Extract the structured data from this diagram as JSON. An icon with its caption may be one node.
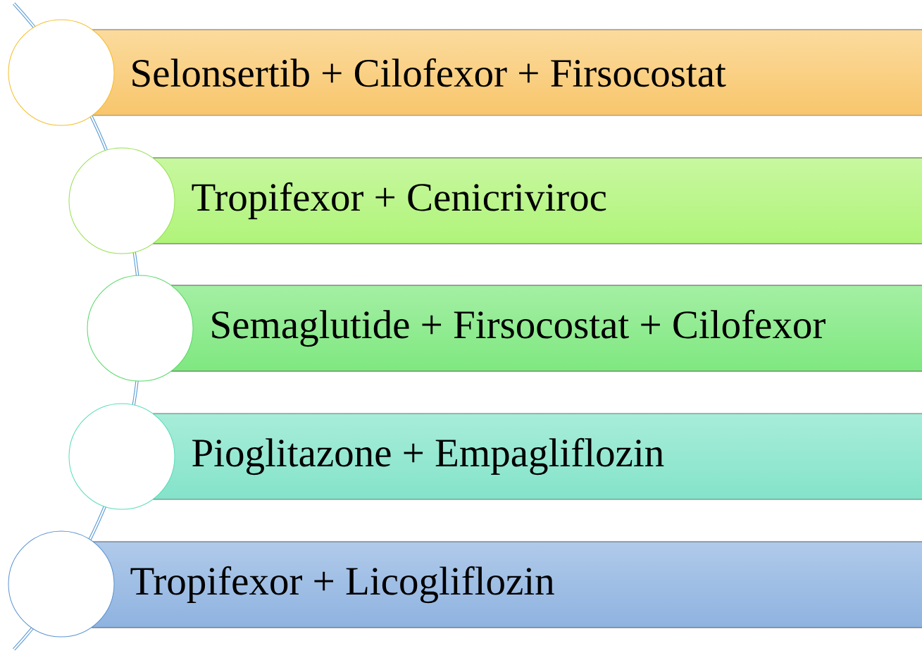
{
  "diagram": {
    "nodes": [
      {
        "text": [
          "Selonsertib + Cilofexor + Firsocostat"
        ]
      },
      {
        "text": [
          "Tropifexor + Cenicriviroc"
        ]
      },
      {
        "text": [
          "Semaglutide + Firsocostat + Cilofexor"
        ]
      },
      {
        "text": [
          "Pioglitazone + Empagliflozin"
        ]
      },
      {
        "text": [
          "Tropifexor + Licogliflozin"
        ]
      },
      {
        "text": [],
        "shape": "circle"
      },
      {
        "text": [],
        "shape": "circle"
      },
      {
        "text": [],
        "shape": "circle"
      },
      {
        "text": [],
        "shape": "circle"
      },
      {
        "text": [],
        "shape": "circle"
      }
    ]
  }
}
